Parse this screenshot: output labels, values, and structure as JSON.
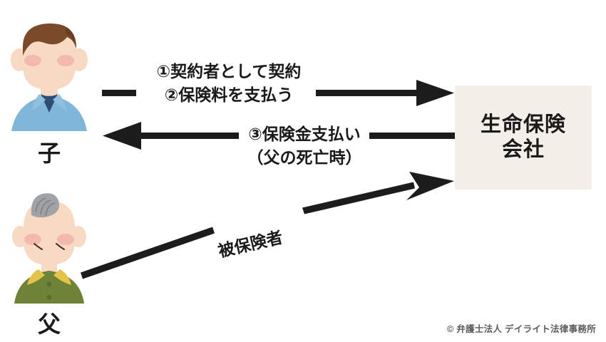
{
  "diagram": {
    "title_hidden": "",
    "entities": {
      "child": {
        "label": "子",
        "role_icon": "child-person-icon",
        "colors": {
          "hair": "#7B4A2A",
          "skin": "#F7D9C4",
          "cheek": "#F2B3AC",
          "shirt": "#7FB6D9",
          "collar": "#2F4D6E"
        }
      },
      "father": {
        "label": "父",
        "role_icon": "elderly-person-icon",
        "colors": {
          "hair": "#9FA3A6",
          "skin": "#F7D9C4",
          "cheek": "#F2B3AC",
          "jacket": "#6E8238",
          "collar": "#E3C34A"
        }
      },
      "company": {
        "line1": "生命保険",
        "line2": "会社",
        "box_color": "#F3EFE8"
      }
    },
    "flows": [
      {
        "id": "flow-1-2",
        "direction": "child-to-company",
        "lines": [
          "①契約者として契約",
          "②保険料を支払う"
        ]
      },
      {
        "id": "flow-3",
        "direction": "company-to-child",
        "lines": [
          "③保険金支払い",
          "（父の死亡時）"
        ]
      },
      {
        "id": "flow-insured",
        "direction": "father-to-company",
        "lines": [
          "被保険者"
        ]
      }
    ],
    "arrow_color": "#1C1C1C"
  },
  "footer": {
    "copyright": "© 弁護士法人 デイライト法律事務所"
  }
}
